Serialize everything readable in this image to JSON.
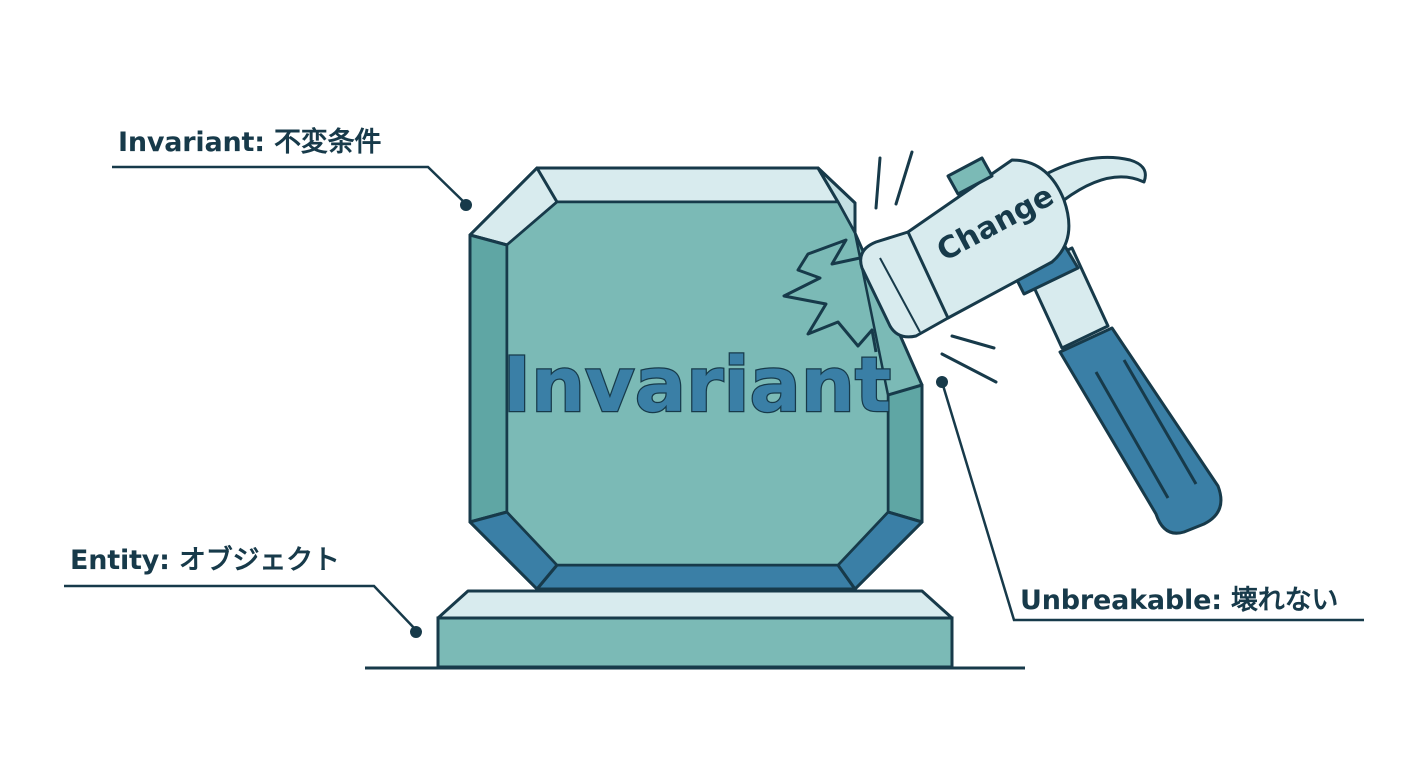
{
  "callouts": {
    "invariant": "Invariant: 不変条件",
    "entity": "Entity: オブジェクト",
    "unbreakable": "Unbreakable: 壊れない"
  },
  "block": {
    "engraved_text": "Invariant"
  },
  "hammer": {
    "head_text": "Change"
  },
  "colors": {
    "ink": "#173a4a",
    "block_face": "#7bbab6",
    "block_bevel_light": "#d8ebee",
    "block_bevel_dark": "#3a7fa6",
    "pedestal": "#7bbab6",
    "hammer_head": "#d8ebee",
    "hammer_handle": "#3a7fa6"
  }
}
